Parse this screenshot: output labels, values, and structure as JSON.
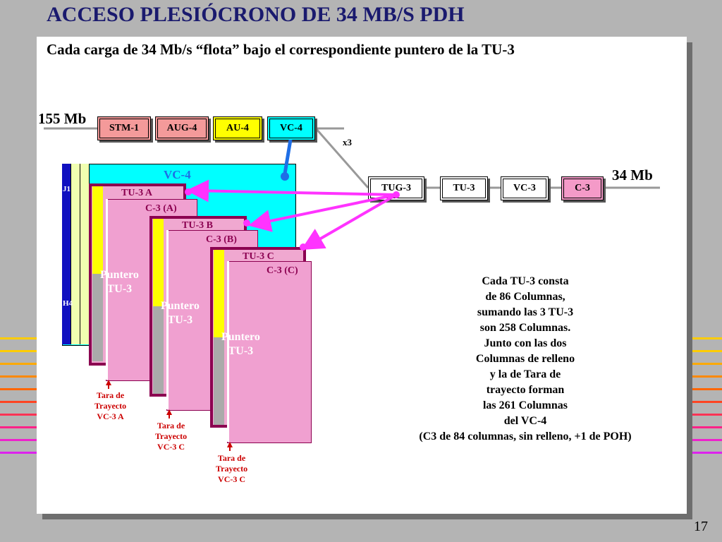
{
  "slide": {
    "title": "ACCESO PLESIÓCRONO DE 34 MB/S PDH",
    "subtitle": "Cada carga de 34 Mb/s “flota” bajo el correspondiente puntero de la TU-3",
    "page_number": "17"
  },
  "top_chain": {
    "rate_label": "155 Mb",
    "boxes": [
      "STM-1",
      "AUG-4",
      "AU-4",
      "VC-4"
    ],
    "multiplier": "x3"
  },
  "bottom_chain": {
    "rate_label": "34 Mb",
    "boxes": [
      "TUG-3",
      "TU-3",
      "VC-3",
      "C-3"
    ]
  },
  "vc4_frame": {
    "label": "VC-4",
    "poh_top": "J1",
    "poh_bottom": "H4"
  },
  "tu3_frames": [
    {
      "tu_label": "TU-3   A",
      "c3_label": "C-3 (A)",
      "pointer": [
        "Puntero",
        "TU-3"
      ],
      "tara": [
        "Tara de",
        "Trayecto",
        "VC-3 A"
      ]
    },
    {
      "tu_label": "TU-3   B",
      "c3_label": "C-3 (B)",
      "pointer": [
        "Puntero",
        "TU-3"
      ],
      "tara": [
        "Tara de",
        "Trayecto",
        "VC-3 C"
      ]
    },
    {
      "tu_label": "TU-3   C",
      "c3_label": "C-3 (C)",
      "pointer": [
        "Puntero",
        "TU-3"
      ],
      "tara": [
        "Tara de",
        "Trayecto",
        "VC-3 C"
      ]
    }
  ],
  "explanation": [
    "Cada TU-3 consta",
    "de 86 Columnas,",
    "sumando las 3 TU-3",
    "son 258 Columnas.",
    "Junto con las dos",
    "Columnas de relleno",
    "y la de Tara de",
    "trayecto forman",
    "las 261 Columnas",
    "del VC-4",
    "(C3 de 84 columnas, sin relleno, +1 de POH)"
  ],
  "colors": {
    "title": "#1a1a6e",
    "stm1": "#f49a9a",
    "aug4": "#f49a9a",
    "au4": "#ffff00",
    "vc4": "#00ffff",
    "c3": "#f49ac8",
    "tu3_frame": "#8b0050",
    "payload": "#f0a0d0",
    "arrow_magenta": "#ff33ff",
    "arrow_blue": "#1e6ee6",
    "tara_text": "#cc0000"
  }
}
